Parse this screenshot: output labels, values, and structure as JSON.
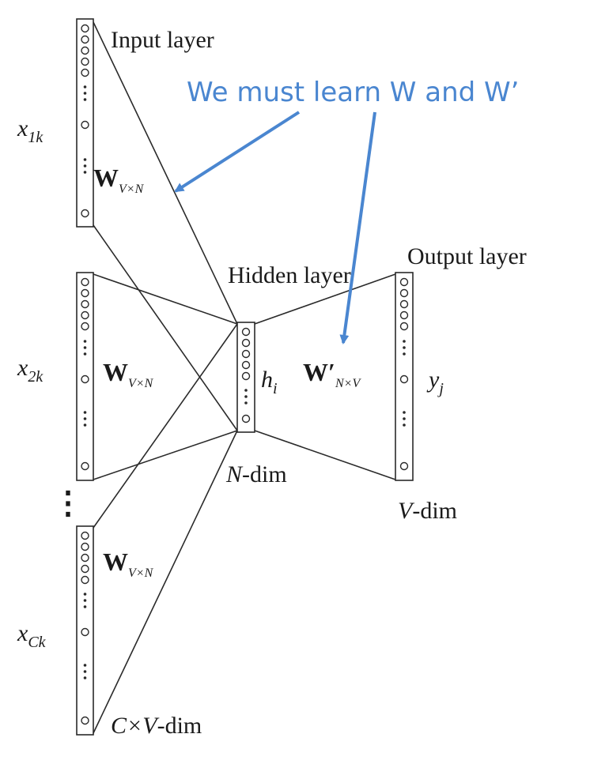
{
  "annotation": {
    "text": "We must learn W and W’",
    "color": "#4a86d0"
  },
  "layers": {
    "input_label": "Input layer",
    "hidden_label": "Hidden layer",
    "output_label": "Output layer"
  },
  "inputs": [
    {
      "var": "x",
      "sub": "1k",
      "weight": "W",
      "weight_sub": "V×N"
    },
    {
      "var": "x",
      "sub": "2k",
      "weight": "W",
      "weight_sub": "V×N"
    },
    {
      "var": "x",
      "sub": "Ck",
      "weight": "W",
      "weight_sub": "V×N"
    }
  ],
  "hidden": {
    "var": "h",
    "sub": "i",
    "dim_var": "N",
    "dim_suffix": "-dim"
  },
  "output": {
    "var": "y",
    "sub": "j",
    "weight": "W′",
    "weight_sub": "N×V",
    "dim_var": "V",
    "dim_suffix": "-dim"
  },
  "input_dim": {
    "prefix": "C×",
    "var": "V",
    "suffix": "-dim"
  },
  "ellipsis": "⋮"
}
